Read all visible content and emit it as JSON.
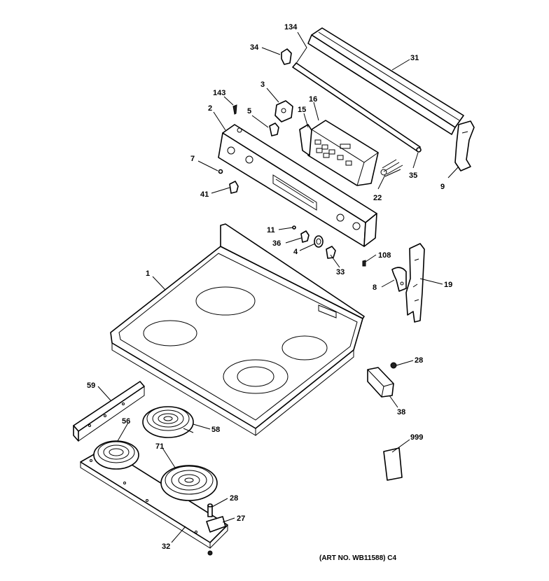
{
  "diagram": {
    "labels": {
      "l134": "134",
      "l34": "34",
      "l31": "31",
      "l3": "3",
      "l143": "143",
      "l16": "16",
      "l2": "2",
      "l5": "5",
      "l15": "15",
      "l7": "7",
      "l35": "35",
      "l9": "9",
      "l41": "41",
      "l22": "22",
      "l11": "11",
      "l36": "36",
      "l4": "4",
      "l108": "108",
      "l33": "33",
      "l1": "1",
      "l8": "8",
      "l19": "19",
      "l28a": "28",
      "l38": "38",
      "l59": "59",
      "l56": "56",
      "l58": "58",
      "l71": "71",
      "l999": "999",
      "l28b": "28",
      "l27": "27",
      "l32": "32"
    },
    "art_number": "(ART NO. WB11588) C4"
  }
}
